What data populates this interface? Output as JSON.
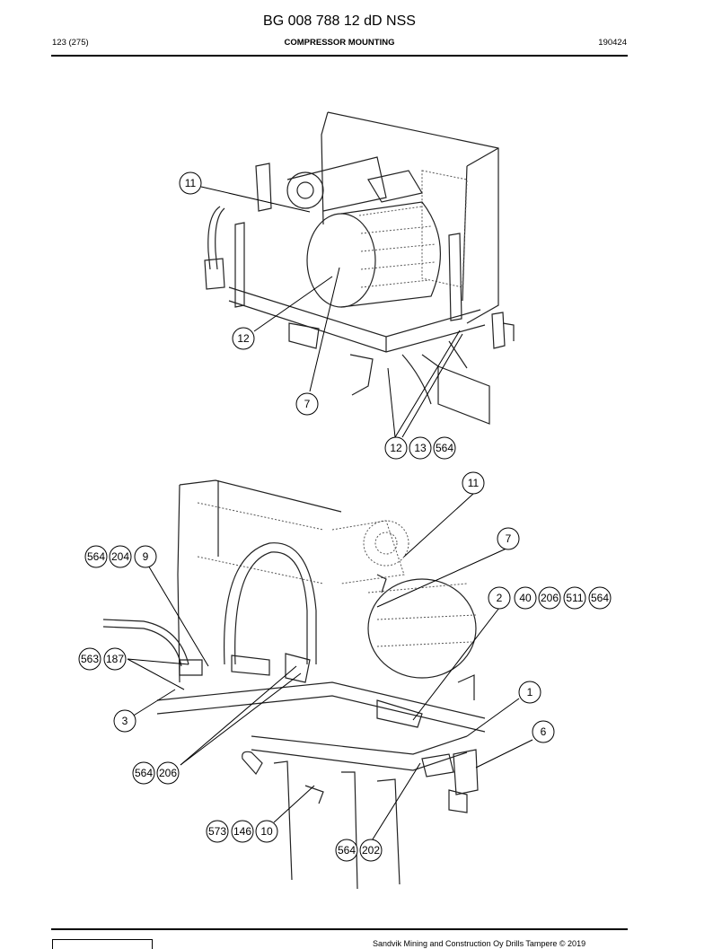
{
  "header": {
    "title": "BG 008 788 12 dD NSS",
    "page": "123 (275)",
    "section": "COMPRESSOR MOUNTING",
    "date": "190424"
  },
  "callouts_top": [
    "11",
    "12",
    "7",
    "12",
    "13",
    "564"
  ],
  "callouts_bottom": [
    "11",
    "7",
    "564",
    "204",
    "9",
    "2",
    "40",
    "206",
    "511",
    "564",
    "563",
    "187",
    "1",
    "3",
    "6",
    "564",
    "206",
    "573",
    "146",
    "10",
    "564",
    "202"
  ],
  "footer": {
    "text": "Sandvik Mining and Construction Oy Drills Tampere © 2019"
  }
}
